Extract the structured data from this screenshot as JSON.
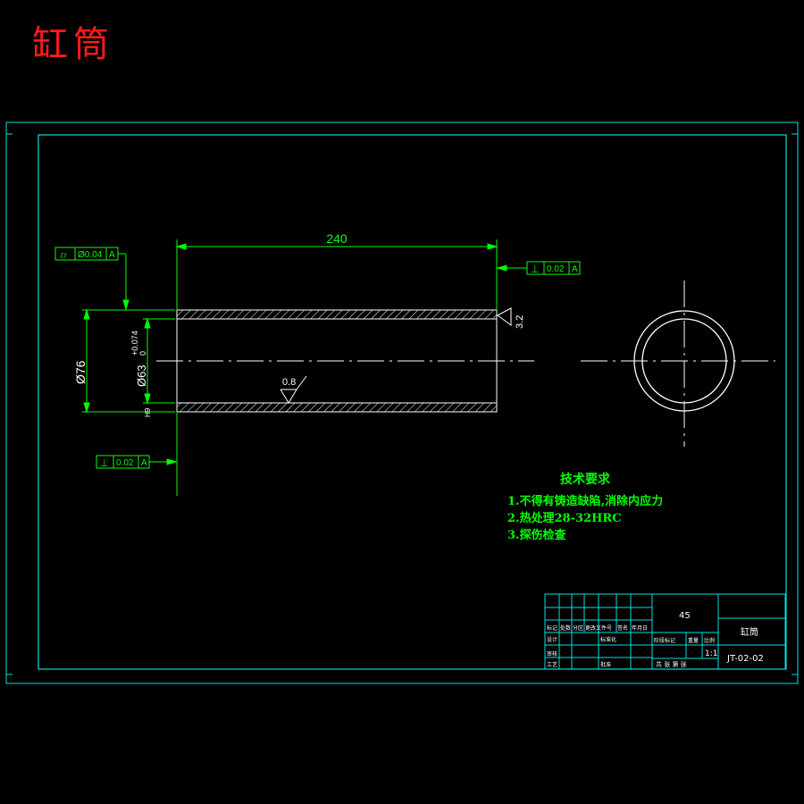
{
  "title": "缸筒",
  "dimensions": {
    "length": "240",
    "outer_dia": "Ø76",
    "inner_dia": "Ø63",
    "inner_tol_upper": "+0.074",
    "inner_tol_lower": "0",
    "roughness_outer": "3.2",
    "roughness_inner": "0.8",
    "fit_mark": "H9"
  },
  "tolerance_frames": {
    "cylindricity": {
      "symbol": "⌭",
      "value": "Ø0.04",
      "datum": "A"
    },
    "perp_right": {
      "symbol": "⊥",
      "value": "0.02",
      "datum": "A"
    },
    "perp_left": {
      "symbol": "⊥",
      "value": "0.02",
      "datum": "A"
    }
  },
  "tech_requirements": {
    "heading": "技术要求",
    "items": [
      "1.不得有铸造缺陷,消除内应力",
      "2.热处理28-32HRC",
      "3.探伤检查"
    ]
  },
  "title_block": {
    "material": "45",
    "part_name": "缸筒",
    "drawing_no": "JT-02-02",
    "scale": "1:1",
    "header_row": [
      "标记",
      "处数",
      "分区",
      "更改文件号",
      "签名",
      "年月日"
    ],
    "design": "设计",
    "standardize": "标准化",
    "review": "审核",
    "process": "工艺",
    "approve": "批准",
    "stage_labels": [
      "阶段标记",
      "重量",
      "比例"
    ],
    "sheet_text": "共 张 第 张"
  },
  "colors": {
    "frame": "#00e0e0",
    "drawing": "#ffffff",
    "dimension": "#00ff00",
    "title": "#ff1a1a"
  }
}
